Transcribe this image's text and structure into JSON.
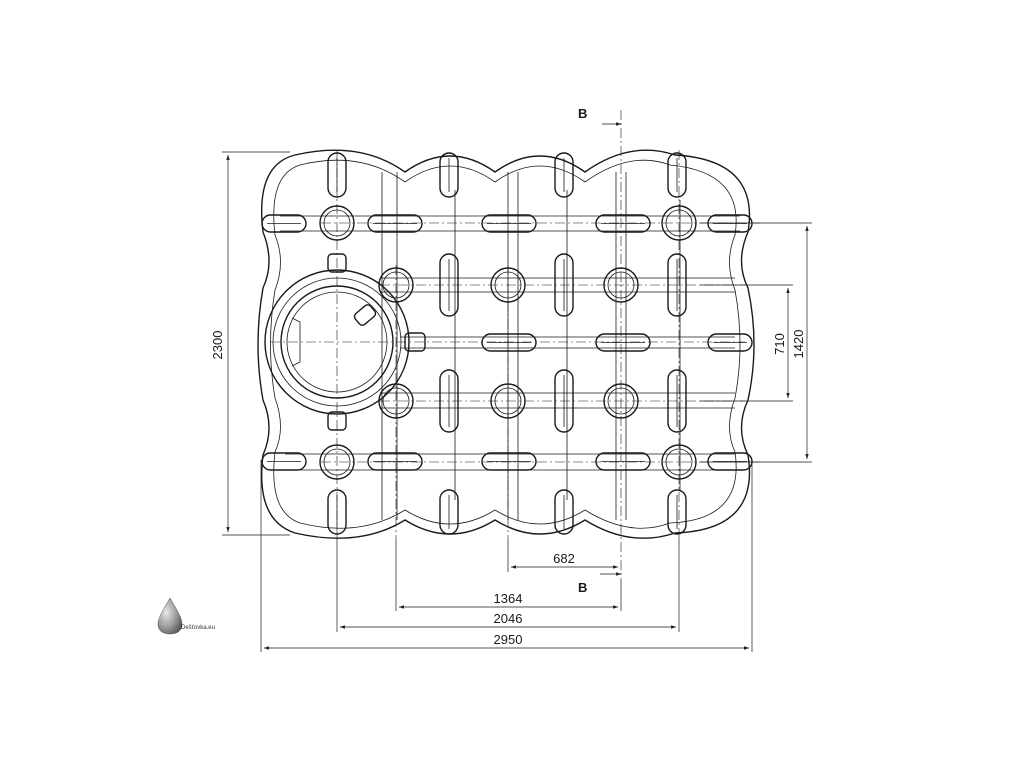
{
  "drawing": {
    "section_label_top": "B",
    "section_label_bottom": "B",
    "dimensions": {
      "overall_width": "2950",
      "width_2046": "2046",
      "width_1364": "1364",
      "width_682": "682",
      "overall_height": "2300",
      "height_1420": "1420",
      "height_710": "710"
    }
  },
  "brand": {
    "name": "Dešťovka.eu",
    "logo_icon": "water-drop-icon"
  }
}
